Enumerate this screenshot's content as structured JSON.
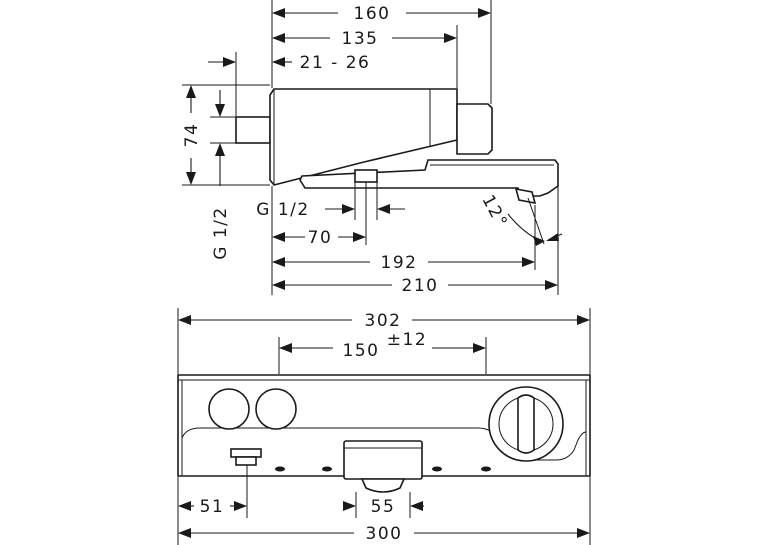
{
  "side_view": {
    "dim_width_total": "160",
    "dim_width_body": "135",
    "dim_wall_offset": "21 - 26",
    "dim_height": "74",
    "dim_inlet_thread_vertical": "G 1/2",
    "dim_outlet_thread": "G 1/2",
    "dim_outlet_pos": "70",
    "dim_spout_reach": "192",
    "dim_depth_total": "210",
    "dim_angle": "12°"
  },
  "front_view": {
    "dim_width_shelf": "302",
    "dim_inlet_spacing": "150",
    "dim_inlet_tolerance": "±12",
    "dim_left_outlet": "51",
    "dim_center_outlet": "55",
    "dim_width_body": "300"
  }
}
